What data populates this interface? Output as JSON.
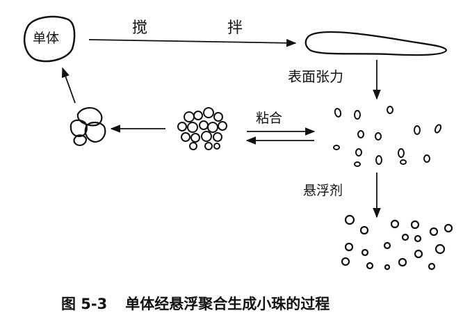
{
  "labels": {
    "monomer": "单体",
    "stirring": "搅 拌",
    "surface_tension": "表面张力",
    "adhesion": "粘合",
    "suspending_agent": "悬浮剂"
  },
  "caption": {
    "figure_no": "图 5-3",
    "text": "单体经悬浮聚合生成小珠的过程"
  },
  "colors": {
    "ink": "#111111",
    "background": "#ffffff"
  }
}
